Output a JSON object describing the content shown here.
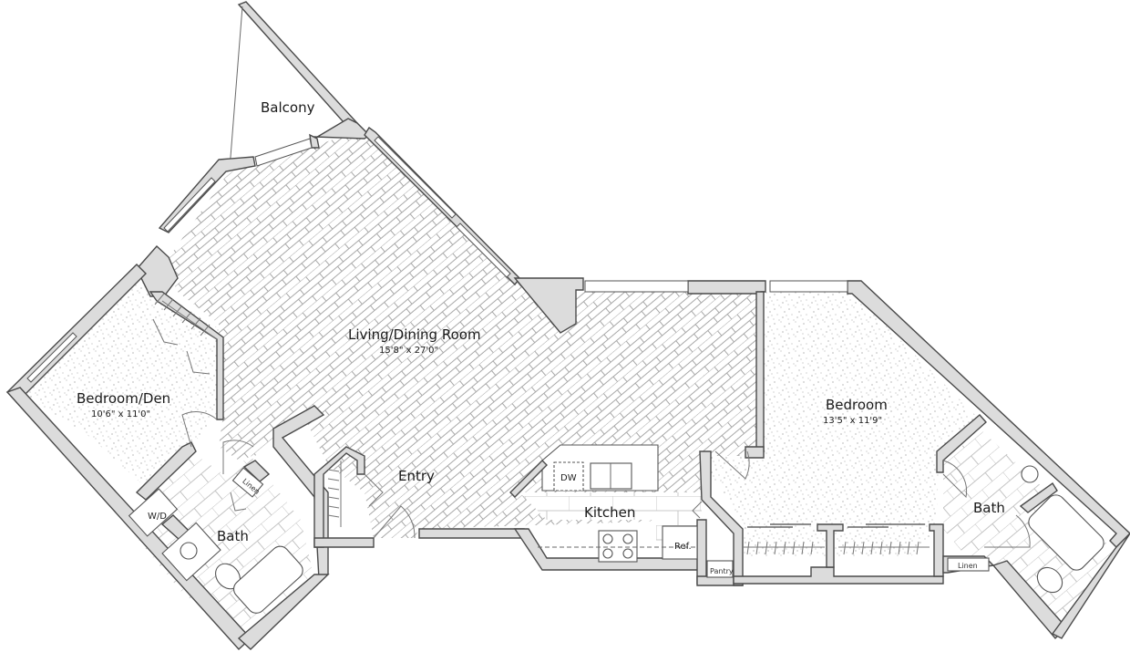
{
  "plan": {
    "colors": {
      "wall_fill": "#dcdcdc",
      "wall_stroke": "#4a4a4a",
      "hatch": "#9a9a9a",
      "carpet_dots": "#8c8c8c",
      "background": "#ffffff"
    },
    "rooms": [
      {
        "id": "balcony",
        "name": "Balcony",
        "dimensions": ""
      },
      {
        "id": "living",
        "name": "Living/Dining Room",
        "dimensions": "15'8\" x 27'0\""
      },
      {
        "id": "bedroom-den",
        "name": "Bedroom/Den",
        "dimensions": "10'6\" x 11'0\""
      },
      {
        "id": "bedroom",
        "name": "Bedroom",
        "dimensions": "13'5\" x 11'9\""
      },
      {
        "id": "entry",
        "name": "Entry",
        "dimensions": ""
      },
      {
        "id": "kitchen",
        "name": "Kitchen",
        "dimensions": ""
      },
      {
        "id": "bath-1",
        "name": "Bath",
        "dimensions": ""
      },
      {
        "id": "bath-2",
        "name": "Bath",
        "dimensions": ""
      }
    ],
    "fixtures": {
      "dishwasher": "DW",
      "refrigerator": "Ref.",
      "pantry": "Pantry",
      "washer_dryer": "W/D",
      "linen_1": "Linen",
      "linen_2": "Linen"
    }
  }
}
